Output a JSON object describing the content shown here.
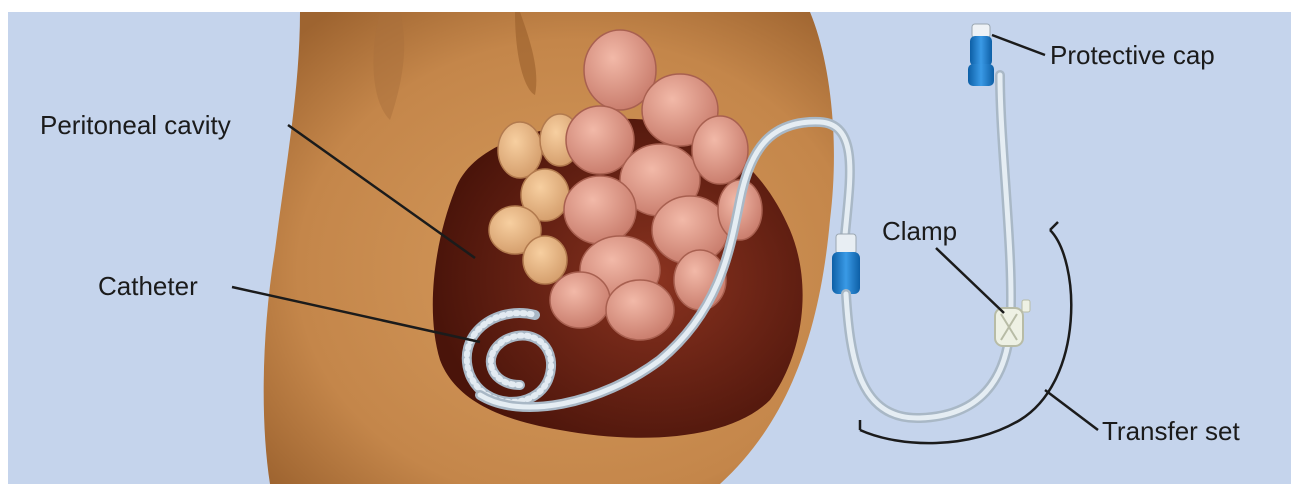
{
  "labels": {
    "peritoneal_cavity": "Peritoneal cavity",
    "catheter": "Catheter",
    "protective_cap": "Protective cap",
    "clamp": "Clamp",
    "transfer_set": "Transfer set"
  },
  "colors": {
    "background": "#c5d4ec",
    "skin": "#c98a4d",
    "cavity": "#5a1c10",
    "intestine": "#d99484",
    "tubing": "#d8e2ea",
    "connector": "#1f7fcf"
  }
}
